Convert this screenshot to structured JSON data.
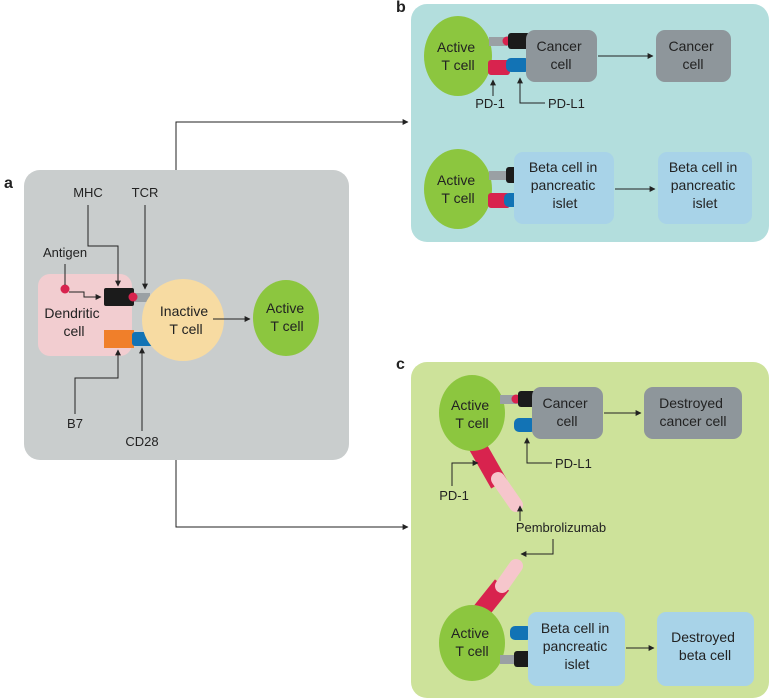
{
  "panels": {
    "a": {
      "letter": "a",
      "labels": {
        "mhc": "MHC",
        "tcr": "TCR",
        "antigen": "Antigen",
        "b7": "B7",
        "cd28": "CD28"
      },
      "dendritic": [
        "Dendritic",
        "cell"
      ],
      "inactive": [
        "Inactive",
        "T cell"
      ],
      "active": [
        "Active",
        "T cell"
      ]
    },
    "b": {
      "letter": "b",
      "active1": [
        "Active",
        "T cell"
      ],
      "cancer1": [
        "Cancer",
        "cell"
      ],
      "cancer2": [
        "Cancer",
        "cell"
      ],
      "pd1": "PD-1",
      "pdl1": "PD-L1",
      "active2": [
        "Active",
        "T cell"
      ],
      "beta1": [
        "Beta cell in",
        "pancreatic",
        "islet"
      ],
      "beta2": [
        "Beta cell in",
        "pancreatic",
        "islet"
      ]
    },
    "c": {
      "letter": "c",
      "active1": [
        "Active",
        "T cell"
      ],
      "cancer": [
        "Cancer",
        "cell"
      ],
      "destroyed_cancer": [
        "Destroyed",
        "cancer cell"
      ],
      "pdl1": "PD-L1",
      "pd1": "PD-1",
      "pembrolizumab": "Pembrolizumab",
      "active2": [
        "Active",
        "T cell"
      ],
      "beta": [
        "Beta cell in",
        "pancreatic",
        "islet"
      ],
      "destroyed_beta": [
        "Destroyed",
        "beta cell"
      ]
    }
  },
  "colors": {
    "panel_a_bg": "#c9cdcd",
    "panel_b_bg": "#b3dedd",
    "panel_c_bg": "#cde29a",
    "active_t_cell": "#8cc63f",
    "inactive_t_cell": "#f7dba2",
    "dendritic_cell": "#f2cdd0",
    "cancer_cell": "#8e969b",
    "beta_cell": "#a8d3e8",
    "pd1_receptor": "#d8234e",
    "pdl1_ligand": "#1273b5",
    "b7": "#f07f2a",
    "antibody_tip": "#f6c6cc"
  }
}
